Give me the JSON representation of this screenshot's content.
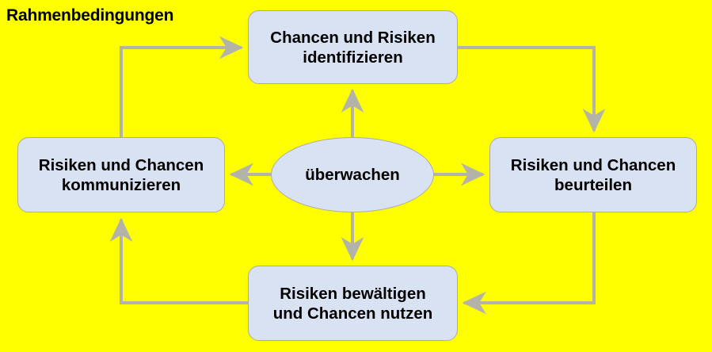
{
  "diagram": {
    "title": "Rahmenbedingungen",
    "background_color": "#ffff00",
    "node_fill_color": "#d9e2f3",
    "node_border_color": "#aaaaaa",
    "connector_color": "#b3b3a9",
    "text_color": "#000000",
    "nodes": {
      "top": {
        "label": "Chancen und Risiken\nidentifizieren",
        "shape": "rounded-rectangle"
      },
      "right": {
        "label": "Risiken und Chancen\nbeurteilen",
        "shape": "rounded-rectangle"
      },
      "bottom": {
        "label": "Risiken bewältigen\nund Chancen nutzen",
        "shape": "rounded-rectangle"
      },
      "left": {
        "label": "Risiken und Chancen\nkommunizieren",
        "shape": "rounded-rectangle"
      },
      "center": {
        "label": "überwachen",
        "shape": "ellipse"
      }
    },
    "connectors": [
      {
        "name": "left-to-top",
        "from": "left",
        "to": "top",
        "style": "elbow",
        "arrow": "right"
      },
      {
        "name": "top-to-right",
        "from": "top",
        "to": "right",
        "style": "elbow",
        "arrow": "down"
      },
      {
        "name": "right-to-bottom",
        "from": "right",
        "to": "bottom",
        "style": "elbow",
        "arrow": "left"
      },
      {
        "name": "bottom-to-left",
        "from": "bottom",
        "to": "left",
        "style": "elbow",
        "arrow": "up"
      },
      {
        "name": "center-to-top",
        "from": "center",
        "to": "top",
        "style": "straight",
        "arrow": "up"
      },
      {
        "name": "center-to-right",
        "from": "center",
        "to": "right",
        "style": "straight",
        "arrow": "right"
      },
      {
        "name": "center-to-bottom",
        "from": "center",
        "to": "bottom",
        "style": "straight",
        "arrow": "down"
      },
      {
        "name": "center-to-left",
        "from": "center",
        "to": "left",
        "style": "straight",
        "arrow": "left"
      }
    ]
  }
}
